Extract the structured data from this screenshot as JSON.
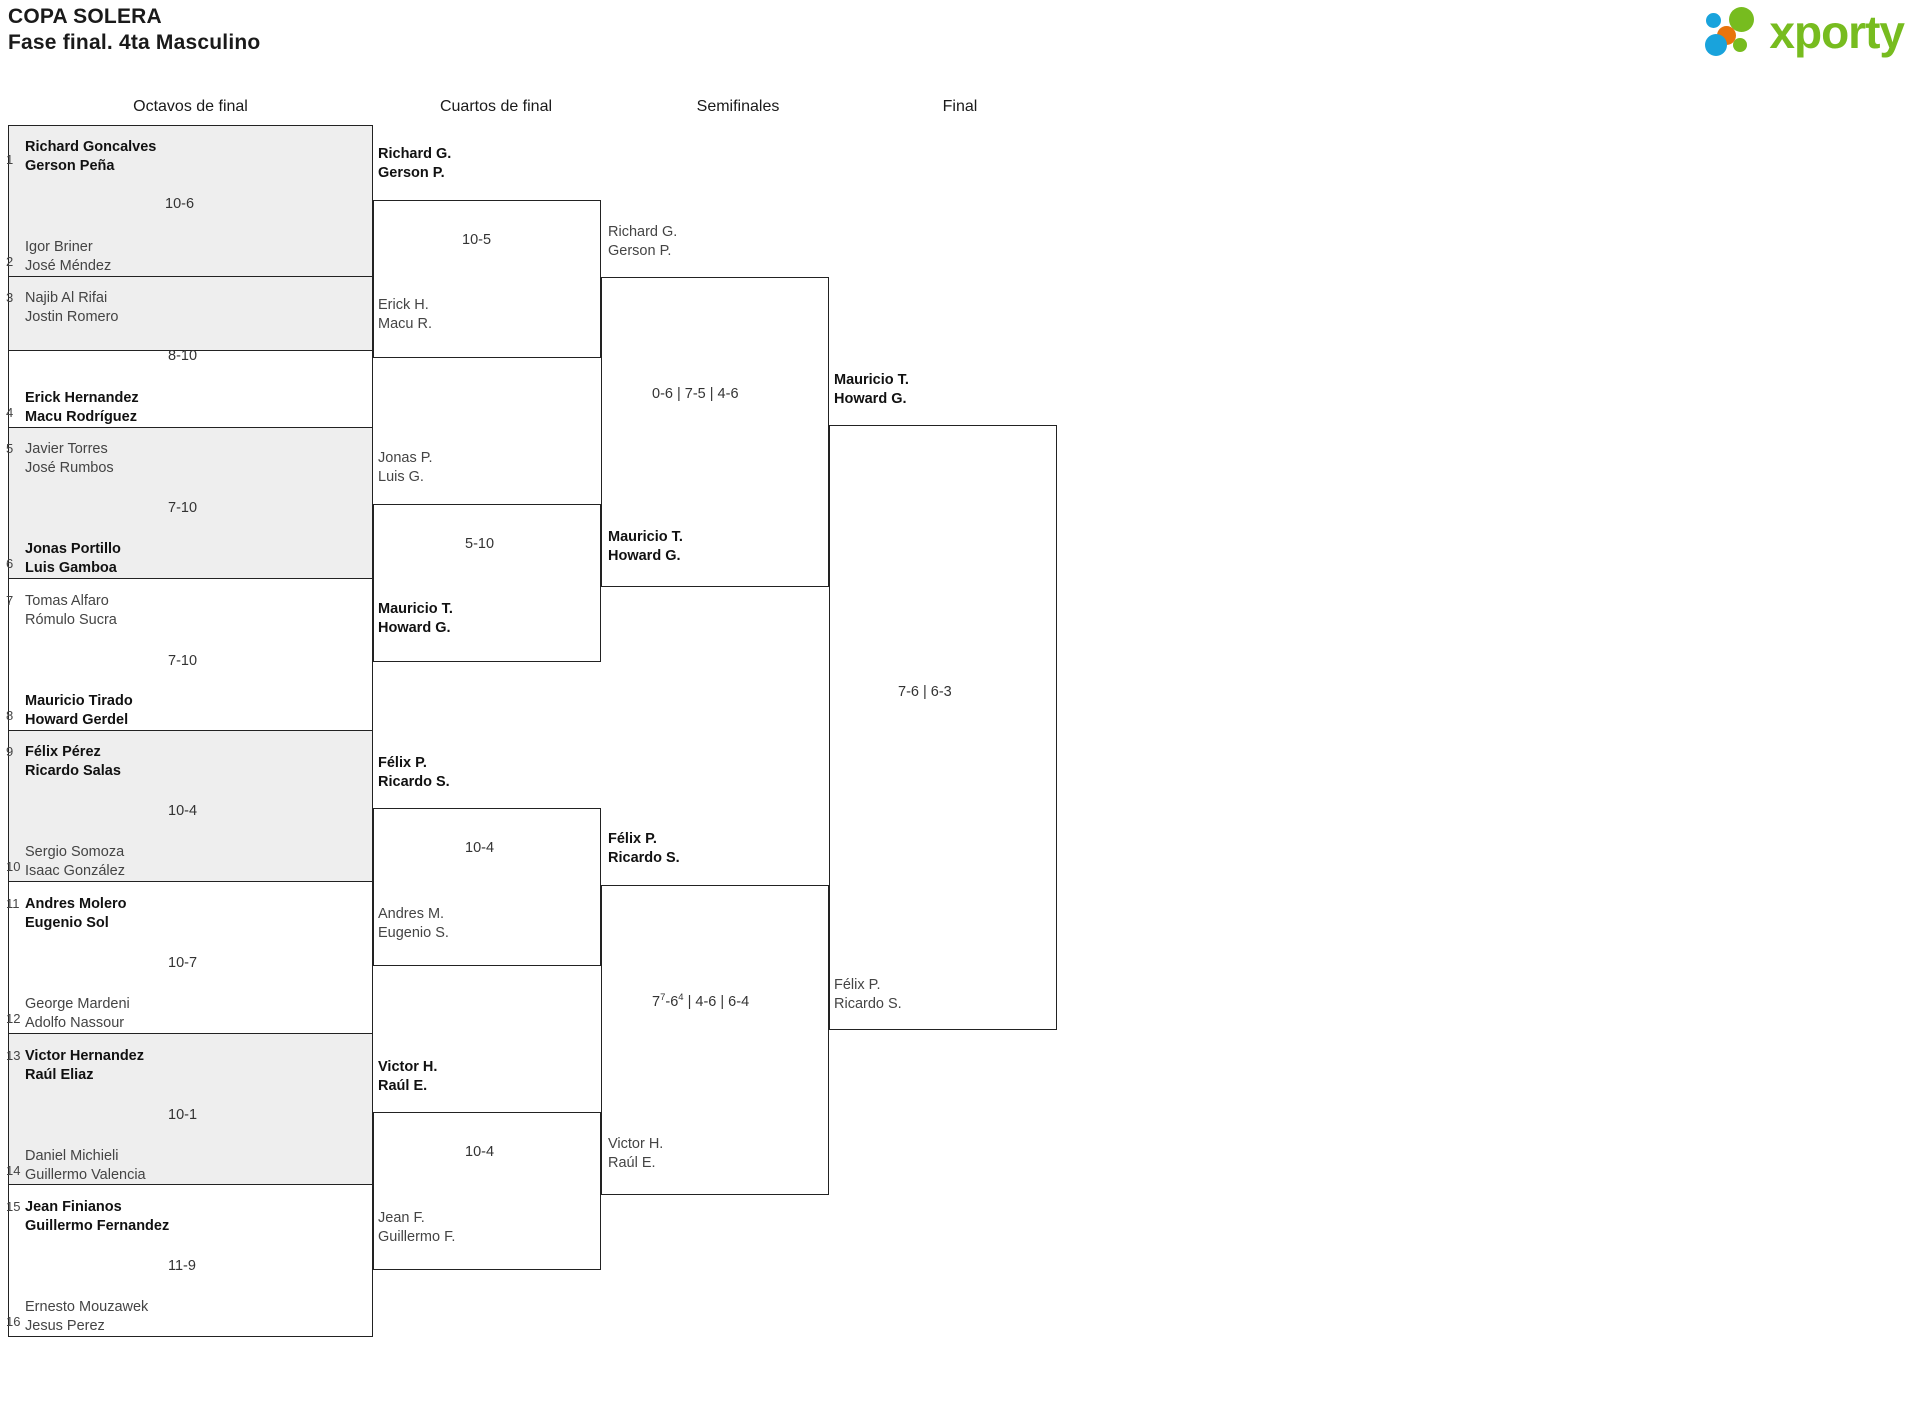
{
  "header": {
    "tournament": "COPA SOLERA",
    "phase": "Fase final. 4ta Masculino",
    "logo_word": "xporty",
    "logo_colors": {
      "green": "#77bc1f",
      "blue": "#19a3dc",
      "orange": "#e8740c"
    }
  },
  "rounds": [
    {
      "label": "Octavos de final"
    },
    {
      "label": "Cuartos de final"
    },
    {
      "label": "Semifinales"
    },
    {
      "label": "Final"
    }
  ],
  "bracket": {
    "round1": [
      {
        "seed": "1",
        "p1": "Richard Goncalves",
        "p2": "Gerson Peña",
        "winner": true
      },
      {
        "seed": "2",
        "p1": "Igor Briner",
        "p2": "José Méndez",
        "winner": false
      },
      {
        "seed": "3",
        "p1": "Najib Al Rifai",
        "p2": "Jostin Romero",
        "winner": false
      },
      {
        "seed": "4",
        "p1": "Erick Hernandez",
        "p2": "Macu Rodríguez",
        "winner": true
      },
      {
        "seed": "5",
        "p1": "Javier Torres",
        "p2": "José Rumbos",
        "winner": false
      },
      {
        "seed": "6",
        "p1": "Jonas Portillo",
        "p2": "Luis Gamboa",
        "winner": true
      },
      {
        "seed": "7",
        "p1": "Tomas Alfaro",
        "p2": "Rómulo Sucra",
        "winner": false
      },
      {
        "seed": "8",
        "p1": "Mauricio Tirado",
        "p2": "Howard Gerdel",
        "winner": true
      },
      {
        "seed": "9",
        "p1": "Félix Pérez",
        "p2": "Ricardo Salas",
        "winner": true
      },
      {
        "seed": "10",
        "p1": "Sergio Somoza",
        "p2": "Isaac González",
        "winner": false
      },
      {
        "seed": "11",
        "p1": "Andres Molero",
        "p2": "Eugenio Sol",
        "winner": true
      },
      {
        "seed": "12",
        "p1": "George Mardeni",
        "p2": "Adolfo Nassour",
        "winner": false
      },
      {
        "seed": "13",
        "p1": "Victor Hernandez",
        "p2": "Raúl Eliaz",
        "winner": true
      },
      {
        "seed": "14",
        "p1": "Daniel Michieli",
        "p2": "Guillermo Valencia",
        "winner": false
      },
      {
        "seed": "15",
        "p1": "Jean Finianos",
        "p2": "Guillermo Fernandez",
        "winner": true
      },
      {
        "seed": "16",
        "p1": "Ernesto Mouzawek",
        "p2": "Jesus Perez",
        "winner": false
      }
    ],
    "round1_scores": [
      "10-6",
      "8-10",
      "7-10",
      "7-10",
      "10-4",
      "10-7",
      "10-1",
      "11-9"
    ],
    "round2": [
      {
        "p1": "Richard G.",
        "p2": "Gerson P.",
        "winner": true
      },
      {
        "p1": "Erick H.",
        "p2": "Macu R.",
        "winner": false
      },
      {
        "p1": "Jonas P.",
        "p2": "Luis G.",
        "winner": false
      },
      {
        "p1": "Mauricio T.",
        "p2": "Howard G.",
        "winner": true
      },
      {
        "p1": "Félix P.",
        "p2": "Ricardo S.",
        "winner": true
      },
      {
        "p1": "Andres M.",
        "p2": "Eugenio S.",
        "winner": false
      },
      {
        "p1": "Victor H.",
        "p2": "Raúl E.",
        "winner": true
      },
      {
        "p1": "Jean F.",
        "p2": "Guillermo F.",
        "winner": false
      }
    ],
    "round2_scores": [
      "10-5",
      "5-10",
      "10-4",
      "10-4"
    ],
    "round3": [
      {
        "p1": "Richard G.",
        "p2": "Gerson P.",
        "winner": false
      },
      {
        "p1": "Mauricio T.",
        "p2": "Howard G.",
        "winner": true
      },
      {
        "p1": "Félix P.",
        "p2": "Ricardo S.",
        "winner": true
      },
      {
        "p1": "Victor H.",
        "p2": "Raúl E.",
        "winner": false
      }
    ],
    "round3_scores": [
      {
        "text": "0-6 | 7-5 | 4-6",
        "html": "0-6 | 7-5 | 4-6"
      },
      {
        "text": "7⁷-6⁴ | 4-6 | 6-4",
        "html": "7<sup>7</sup>-6<sup>4</sup> | 4-6 | 6-4"
      }
    ],
    "round4": [
      {
        "p1": "Mauricio T.",
        "p2": "Howard G.",
        "winner": true
      },
      {
        "p1": "Félix P.",
        "p2": "Ricardo S.",
        "winner": false
      }
    ],
    "round4_scores": [
      "7-6 | 6-3"
    ]
  }
}
